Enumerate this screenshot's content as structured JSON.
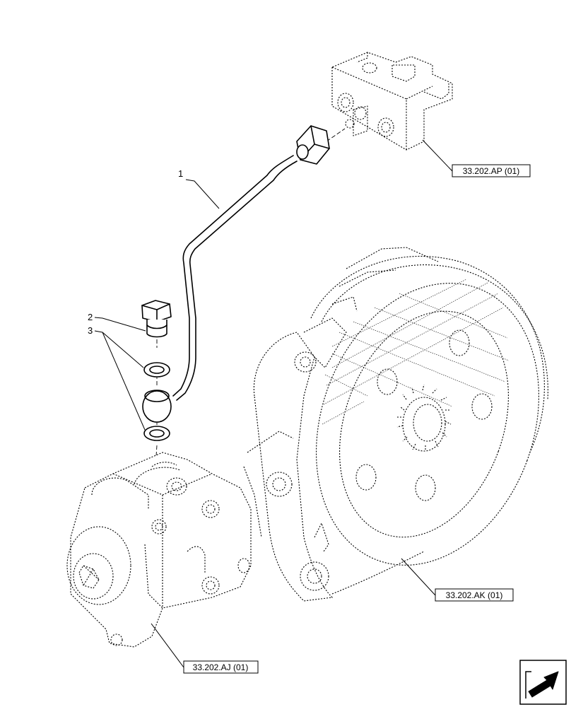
{
  "callouts": [
    {
      "number": "1"
    },
    {
      "number": "2"
    },
    {
      "number": "3"
    }
  ],
  "references": {
    "valve_block": "33.202.AP (01)",
    "brake_disc": "33.202.AK (01)",
    "pump": "33.202.AJ (01)"
  },
  "icons": {
    "navigation": "arrow-icon"
  }
}
